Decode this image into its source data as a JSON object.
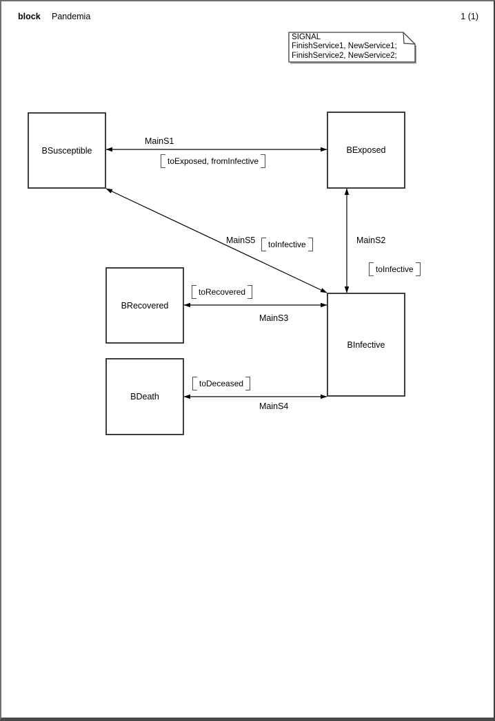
{
  "header": {
    "kind_keyword": "block",
    "diagram_name": "Pandemia",
    "page_number": "1 (1)"
  },
  "signal_note": {
    "line1": "SIGNAL",
    "line2": "FinishService1, NewService1;",
    "line3": "FinishService2, NewService2;"
  },
  "blocks": [
    {
      "label": "BSusceptible"
    },
    {
      "label": "BExposed"
    },
    {
      "label": "BRecovered"
    },
    {
      "label": "BDeath"
    },
    {
      "label": "BInfective"
    }
  ],
  "channels": [
    {
      "name": "MainS1",
      "signals": "toExposed, fromInfective"
    },
    {
      "name": "MainS2",
      "signals": "toInfective"
    },
    {
      "name": "MainS3",
      "signals": "toRecovered"
    },
    {
      "name": "MainS4",
      "signals": "toDeceased"
    },
    {
      "name": "MainS5",
      "signals": "toInfective"
    }
  ],
  "colors": {
    "line": "#000000",
    "block_border": "#3d3d3d",
    "frame": "#5a5a5a",
    "background": "#ffffff",
    "note_shadow": "#9a9a9a"
  }
}
